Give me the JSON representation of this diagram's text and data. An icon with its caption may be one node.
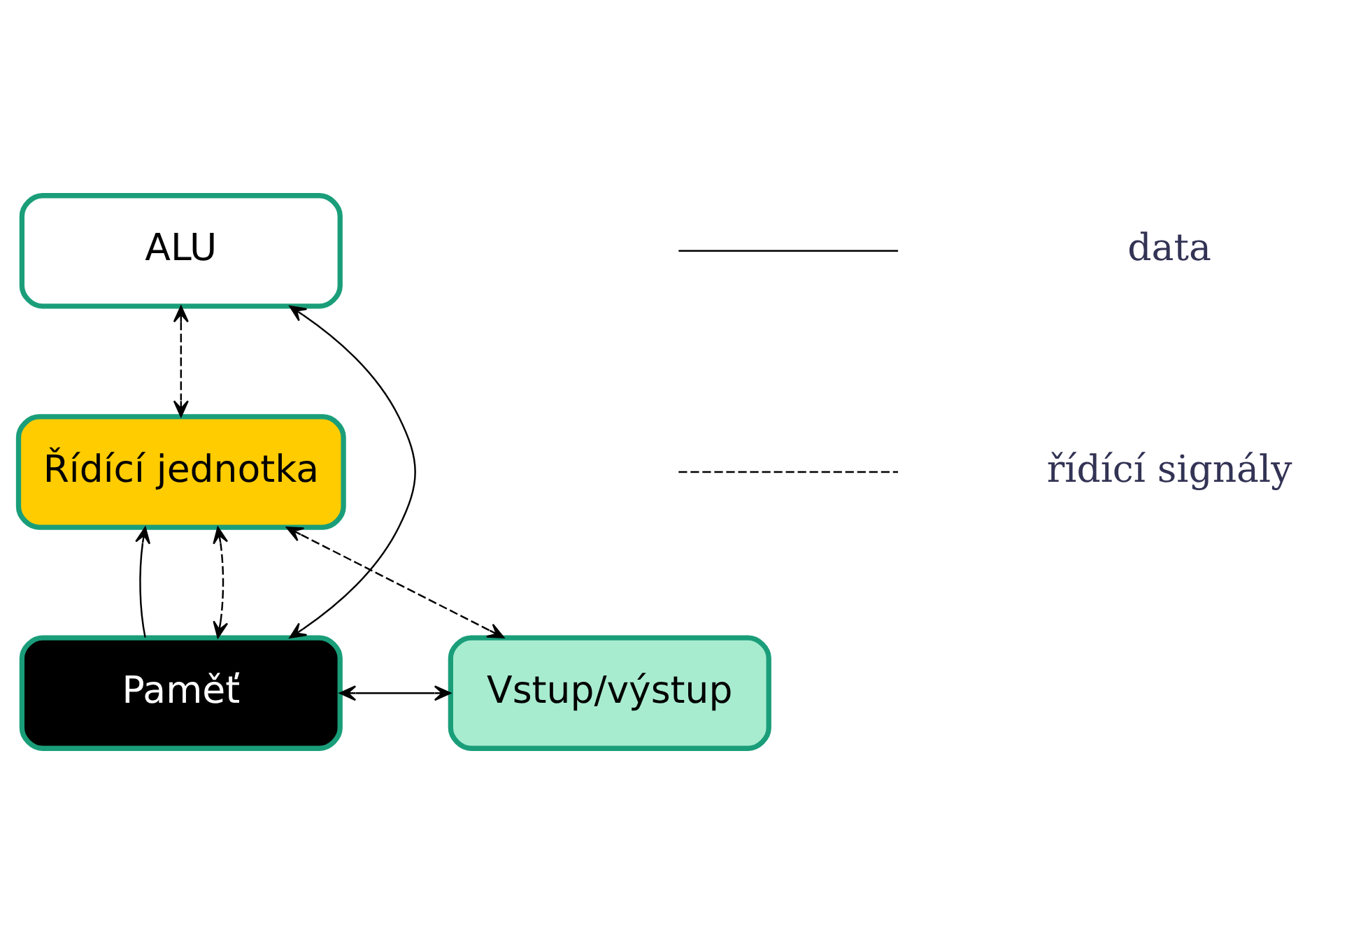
{
  "diagram": {
    "nodes": [
      {
        "text": [
          "ALU"
        ]
      },
      {
        "text": [
          "Řídící jednotka"
        ]
      },
      {
        "text": [
          "Paměť"
        ]
      },
      {
        "text": [
          "Vstup/výstup"
        ]
      }
    ],
    "edges": [
      {
        "from": 0,
        "to": 1,
        "arrow": "both",
        "style": "dashed"
      },
      {
        "from": 1,
        "to": 3,
        "arrow": "both",
        "style": "dashed"
      },
      {
        "from": 2,
        "to": 1,
        "arrow": "to"
      },
      {
        "from": 2,
        "to": 1,
        "arrow": "both",
        "style": "dashed"
      },
      {
        "from": 0,
        "to": 2,
        "arrow": "both"
      },
      {
        "from": 2,
        "to": 3,
        "arrow": "both"
      }
    ],
    "legend": [
      {
        "text": "data"
      },
      {
        "text": "řídící signály"
      }
    ]
  }
}
